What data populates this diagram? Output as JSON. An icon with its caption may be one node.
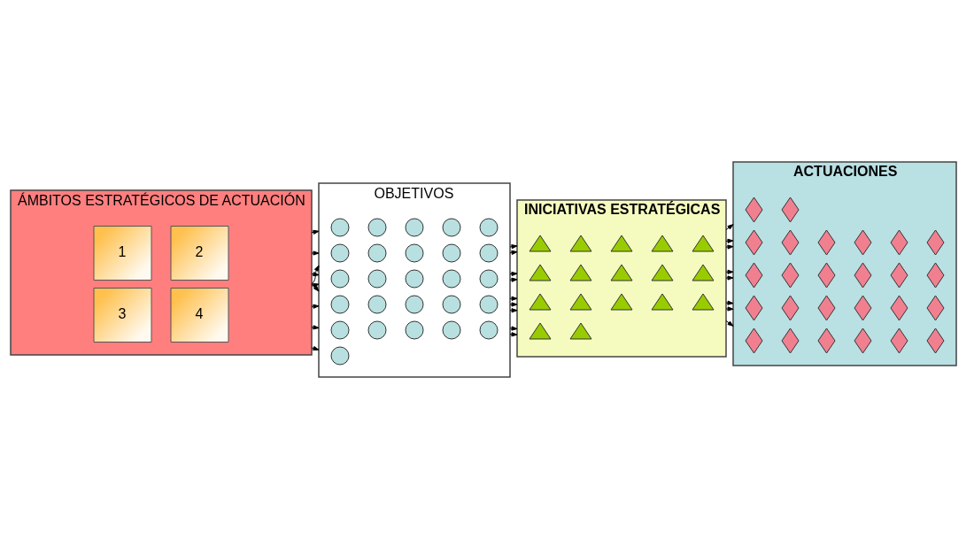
{
  "diagram": {
    "nodes": [
      {
        "text": [
          "ÁMBITOS ESTRATÉGICOS DE ACTUACIÓN"
        ]
      },
      {
        "text": [
          "1"
        ],
        "in": 0
      },
      {
        "text": [
          "2"
        ],
        "in": 0
      },
      {
        "text": [
          "3"
        ],
        "in": 0
      },
      {
        "text": [
          "4"
        ],
        "in": 0
      },
      {
        "text": [
          "OBJETIVOS"
        ]
      },
      {
        "text": [],
        "shape": "circle",
        "in": 5
      },
      {
        "text": [],
        "shape": "circle",
        "in": 5
      },
      {
        "text": [],
        "shape": "circle",
        "in": 5
      },
      {
        "text": [],
        "shape": "circle",
        "in": 5
      },
      {
        "text": [],
        "shape": "circle",
        "in": 5
      },
      {
        "text": [],
        "shape": "circle",
        "in": 5
      },
      {
        "text": [],
        "shape": "circle",
        "in": 5
      },
      {
        "text": [],
        "shape": "circle",
        "in": 5
      },
      {
        "text": [],
        "shape": "circle",
        "in": 5
      },
      {
        "text": [],
        "shape": "circle",
        "in": 5
      },
      {
        "text": [],
        "shape": "circle",
        "in": 5
      },
      {
        "text": [],
        "shape": "circle",
        "in": 5
      },
      {
        "text": [],
        "shape": "circle",
        "in": 5
      },
      {
        "text": [],
        "shape": "circle",
        "in": 5
      },
      {
        "text": [],
        "shape": "circle",
        "in": 5
      },
      {
        "text": [],
        "shape": "circle",
        "in": 5
      },
      {
        "text": [],
        "shape": "circle",
        "in": 5
      },
      {
        "text": [],
        "shape": "circle",
        "in": 5
      },
      {
        "text": [],
        "shape": "circle",
        "in": 5
      },
      {
        "text": [],
        "shape": "circle",
        "in": 5
      },
      {
        "text": [],
        "shape": "circle",
        "in": 5
      },
      {
        "text": [],
        "shape": "circle",
        "in": 5
      },
      {
        "text": [],
        "shape": "circle",
        "in": 5
      },
      {
        "text": [],
        "shape": "circle",
        "in": 5
      },
      {
        "text": [],
        "shape": "circle",
        "in": 5
      },
      {
        "text": [],
        "shape": "circle",
        "in": 5
      },
      {
        "text": [
          "INICIATIVAS ESTRATÉGICAS"
        ]
      },
      {
        "text": [],
        "shape": "triangle",
        "in": 32
      },
      {
        "text": [],
        "shape": "triangle",
        "in": 32
      },
      {
        "text": [],
        "shape": "triangle",
        "in": 32
      },
      {
        "text": [],
        "shape": "triangle",
        "in": 32
      },
      {
        "text": [],
        "shape": "triangle",
        "in": 32
      },
      {
        "text": [],
        "shape": "triangle",
        "in": 32
      },
      {
        "text": [],
        "shape": "triangle",
        "in": 32
      },
      {
        "text": [],
        "shape": "triangle",
        "in": 32
      },
      {
        "text": [],
        "shape": "triangle",
        "in": 32
      },
      {
        "text": [],
        "shape": "triangle",
        "in": 32
      },
      {
        "text": [],
        "shape": "triangle",
        "in": 32
      },
      {
        "text": [],
        "shape": "triangle",
        "in": 32
      },
      {
        "text": [],
        "shape": "triangle",
        "in": 32
      },
      {
        "text": [],
        "shape": "triangle",
        "in": 32
      },
      {
        "text": [],
        "shape": "triangle",
        "in": 32
      },
      {
        "text": [],
        "shape": "triangle",
        "in": 32
      },
      {
        "text": [],
        "shape": "triangle",
        "in": 32
      },
      {
        "text": [
          "ACTUACIONES"
        ]
      },
      {
        "text": [],
        "shape": "diamond",
        "in": 50
      },
      {
        "text": [],
        "shape": "diamond",
        "in": 50
      },
      {
        "text": [],
        "shape": "diamond",
        "in": 50
      },
      {
        "text": [],
        "shape": "diamond",
        "in": 50
      },
      {
        "text": [],
        "shape": "diamond",
        "in": 50
      },
      {
        "text": [],
        "shape": "diamond",
        "in": 50
      },
      {
        "text": [],
        "shape": "diamond",
        "in": 50
      },
      {
        "text": [],
        "shape": "diamond",
        "in": 50
      },
      {
        "text": [],
        "shape": "diamond",
        "in": 50
      },
      {
        "text": [],
        "shape": "diamond",
        "in": 50
      },
      {
        "text": [],
        "shape": "diamond",
        "in": 50
      },
      {
        "text": [],
        "shape": "diamond",
        "in": 50
      },
      {
        "text": [],
        "shape": "diamond",
        "in": 50
      },
      {
        "text": [],
        "shape": "diamond",
        "in": 50
      },
      {
        "text": [],
        "shape": "diamond",
        "in": 50
      },
      {
        "text": [],
        "shape": "diamond",
        "in": 50
      },
      {
        "text": [],
        "shape": "diamond",
        "in": 50
      },
      {
        "text": [],
        "shape": "diamond",
        "in": 50
      },
      {
        "text": [],
        "shape": "diamond",
        "in": 50
      },
      {
        "text": [],
        "shape": "diamond",
        "in": 50
      },
      {
        "text": [],
        "shape": "diamond",
        "in": 50
      },
      {
        "text": [],
        "shape": "diamond",
        "in": 50
      },
      {
        "text": [],
        "shape": "diamond",
        "in": 50
      },
      {
        "text": [],
        "shape": "diamond",
        "in": 50
      },
      {
        "text": [],
        "shape": "diamond",
        "in": 50
      },
      {
        "text": [],
        "shape": "diamond",
        "in": 50
      }
    ],
    "edges": [
      {
        "from": 0,
        "to": 5,
        "arrow": "to"
      },
      {
        "from": 0,
        "to": 5,
        "arrow": "to"
      },
      {
        "from": 0,
        "to": 5,
        "arrow": "to"
      },
      {
        "from": 0,
        "to": 5,
        "arrow": "to"
      },
      {
        "from": 0,
        "to": 5,
        "arrow": "to"
      },
      {
        "from": 0,
        "to": 5,
        "arrow": "to"
      },
      {
        "from": 0,
        "to": 5,
        "arrow": "to"
      },
      {
        "from": 0,
        "to": 5,
        "arrow": "to"
      },
      {
        "from": 0,
        "to": 5,
        "arrow": "to"
      },
      {
        "from": 5,
        "to": 32,
        "arrow": "to"
      },
      {
        "from": 5,
        "to": 32,
        "arrow": "to"
      },
      {
        "from": 5,
        "to": 32,
        "arrow": "to"
      },
      {
        "from": 5,
        "to": 32,
        "arrow": "to"
      },
      {
        "from": 5,
        "to": 32,
        "arrow": "to"
      },
      {
        "from": 5,
        "to": 32,
        "arrow": "to"
      },
      {
        "from": 5,
        "to": 32,
        "arrow": "to"
      },
      {
        "from": 5,
        "to": 32,
        "arrow": "to"
      },
      {
        "from": 5,
        "to": 32,
        "arrow": "to"
      },
      {
        "from": 32,
        "to": 50,
        "arrow": "to"
      },
      {
        "from": 32,
        "to": 50,
        "arrow": "to"
      },
      {
        "from": 32,
        "to": 50,
        "arrow": "to"
      },
      {
        "from": 32,
        "to": 50,
        "arrow": "to"
      },
      {
        "from": 32,
        "to": 50,
        "arrow": "to"
      },
      {
        "from": 32,
        "to": 50,
        "arrow": "to"
      },
      {
        "from": 32,
        "to": 50,
        "arrow": "to"
      },
      {
        "from": 32,
        "to": 50,
        "arrow": "to"
      }
    ]
  }
}
